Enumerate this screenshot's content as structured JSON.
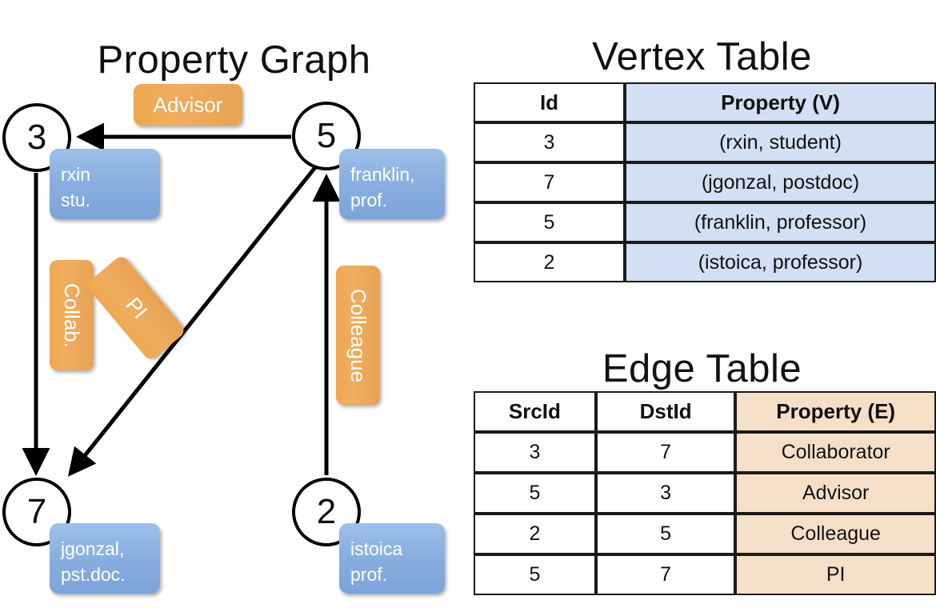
{
  "titles": {
    "property_graph": "Property Graph",
    "vertex_table": "Vertex Table",
    "edge_table": "Edge Table"
  },
  "graph": {
    "nodes": [
      {
        "id": "3",
        "name": "node-3",
        "property_lines": [
          "rxin",
          "stu."
        ]
      },
      {
        "id": "5",
        "name": "node-5",
        "property_lines": [
          "franklin,",
          "prof."
        ]
      },
      {
        "id": "7",
        "name": "node-7",
        "property_lines": [
          "jgonzal,",
          "pst.doc."
        ]
      },
      {
        "id": "2",
        "name": "node-2",
        "property_lines": [
          "istoica",
          "prof."
        ]
      }
    ],
    "edge_labels": [
      {
        "label": "Advisor",
        "from": "5",
        "to": "3"
      },
      {
        "label": "Collab.",
        "from": "3",
        "to": "7"
      },
      {
        "label": "PI",
        "from": "5",
        "to": "7"
      },
      {
        "label": "Colleague",
        "from": "2",
        "to": "5"
      }
    ]
  },
  "vertex_table": {
    "headers": [
      "Id",
      "Property (V)"
    ],
    "rows": [
      {
        "id": "3",
        "property": "(rxin, student)"
      },
      {
        "id": "7",
        "property": "(jgonzal, postdoc)"
      },
      {
        "id": "5",
        "property": "(franklin, professor)"
      },
      {
        "id": "2",
        "property": "(istoica, professor)"
      }
    ]
  },
  "edge_table": {
    "headers": [
      "SrcId",
      "DstId",
      "Property (E)"
    ],
    "rows": [
      {
        "src": "3",
        "dst": "7",
        "property": "Collaborator"
      },
      {
        "src": "5",
        "dst": "3",
        "property": "Advisor"
      },
      {
        "src": "2",
        "dst": "5",
        "property": "Colleague"
      },
      {
        "src": "5",
        "dst": "7",
        "property": "PI"
      }
    ]
  },
  "colors": {
    "vertex_property_fill": "#d3dff2",
    "edge_property_fill": "#f5dfc8",
    "node_box_blue": "#8ab0e0",
    "edge_label_orange": "#eead61",
    "stroke": "#1a1a1a"
  }
}
